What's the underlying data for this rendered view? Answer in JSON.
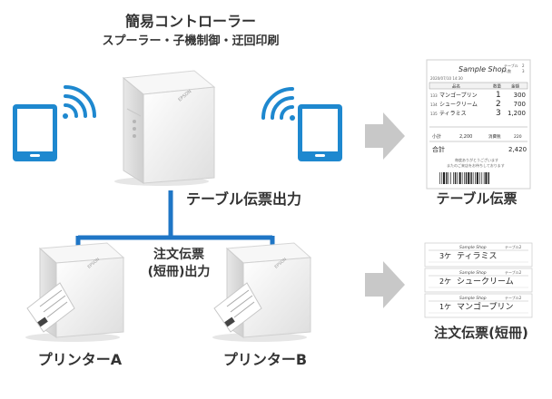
{
  "controller": {
    "title": "簡易コントローラー",
    "subtitle": "スプーラー・子機制御・迂回印刷"
  },
  "labels": {
    "table_slip_output": "テーブル伝票出力",
    "order_slip_output_1": "注文伝票",
    "order_slip_output_2": "(短冊)出力",
    "printer_a": "プリンターA",
    "printer_b": "プリンターB",
    "result_table_slip": "テーブル伝票",
    "result_order_slip": "注文伝票(短冊)"
  },
  "table_receipt": {
    "shop": "Sample Shop",
    "table_label": "テーブル",
    "table_no": "2",
    "people_label": "人数",
    "people": "3",
    "datetime": "2020/07/10 14:30",
    "header_item": "品名",
    "header_qty": "数量",
    "header_amount": "金額",
    "items": [
      {
        "code": "133",
        "name": "マンゴープリン",
        "qty": "1",
        "amount": "300"
      },
      {
        "code": "134",
        "name": "シュークリーム",
        "qty": "2",
        "amount": "700"
      },
      {
        "code": "135",
        "name": "ティラミス",
        "qty": "3",
        "amount": "1,200"
      }
    ],
    "subtotal_label": "小計",
    "subtotal": "2,200",
    "tax_label": "消費税",
    "tax": "220",
    "total_label": "合計",
    "total": "2,420",
    "thanks_1": "毎度ありがとうございます",
    "thanks_2": "またのご来店をお待ちしております"
  },
  "order_slips": [
    {
      "shop": "Sample Shop",
      "qty": "3ケ",
      "name": "ティラミス",
      "table": "テーブル2"
    },
    {
      "shop": "Sample Shop",
      "qty": "2ケ",
      "name": "シュークリーム",
      "table": "テーブル2"
    },
    {
      "shop": "Sample Shop",
      "qty": "1ケ",
      "name": "マンゴープリン",
      "table": "テーブル2"
    }
  ],
  "colors": {
    "connector": "#1f76c6",
    "arrow": "#c8c8c8",
    "device_body": "#1e88cf",
    "wifi": "#1e88cf",
    "printer": "#f0f0f0"
  }
}
